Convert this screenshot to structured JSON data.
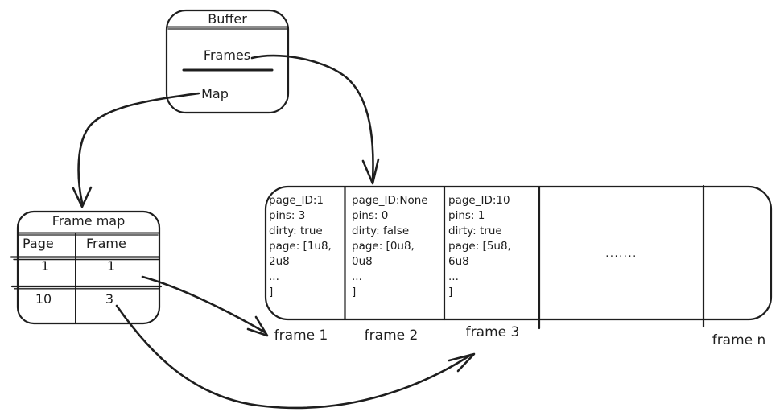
{
  "colors": {
    "stroke": "#1e1e1e",
    "background": "#ffffff"
  },
  "buffer": {
    "title": "Buffer",
    "frames_field": "Frames",
    "map_field": "Map"
  },
  "frame_map": {
    "title": "Frame map",
    "columns": [
      "Page",
      "Frame"
    ],
    "rows": [
      {
        "page": "1",
        "frame": "1"
      },
      {
        "page": "10",
        "frame": "3"
      }
    ]
  },
  "frames": {
    "cells": [
      {
        "label": "frame 1",
        "content": "page_ID:1\npins: 3\ndirty: true\npage: [1u8,\n2u8\n...\n]"
      },
      {
        "label": "frame 2",
        "content": "page_ID:None\npins: 0\ndirty: false\npage: [0u8,\n0u8\n...\n]"
      },
      {
        "label": "frame 3",
        "content": "page_ID:10\npins: 1\ndirty: true\npage: [5u8,\n6u8\n...\n]"
      },
      {
        "label": "",
        "content": "......."
      },
      {
        "label": "frame n",
        "content": ""
      }
    ]
  }
}
